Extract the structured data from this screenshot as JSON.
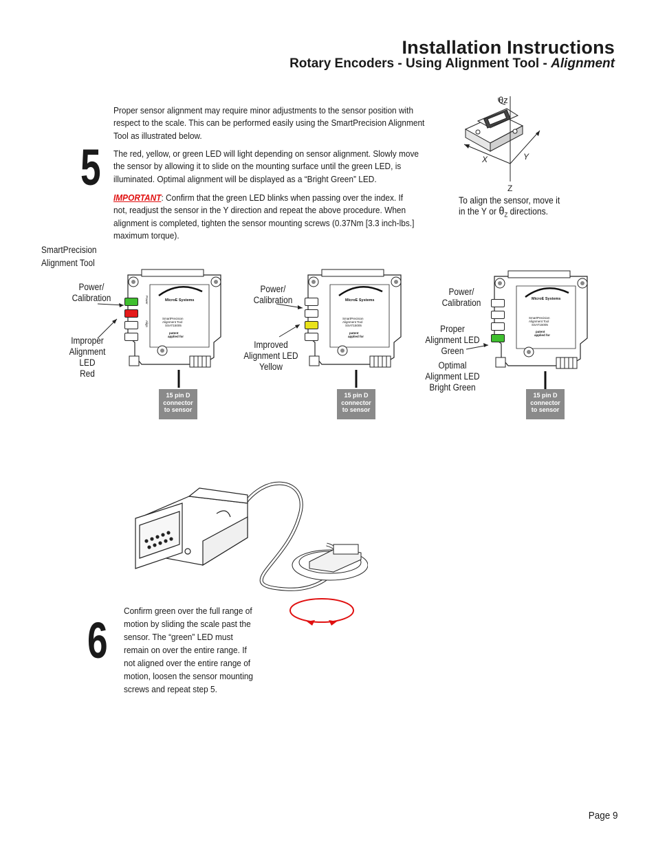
{
  "header": {
    "title": "Installation Instructions",
    "subtitle_main": "Rotary Encoders - Using Alignment Tool - ",
    "subtitle_italic": "Alignment"
  },
  "step5": {
    "number": "5",
    "para1": "Proper sensor alignment may require minor adjustments to the sensor position with respect to the scale. This can be performed easily using the SmartPrecision Alignment Tool as illustrated below.",
    "para2": "The red, yellow, or green LED will light depending on sensor alignment. Slowly move the sensor by allowing it to slide on the mounting surface until the green LED, is illuminated. Optimal alignment will be displayed as a “Bright Green” LED.",
    "important_label": "IMPORTANT",
    "important_text": ": Confirm that the green LED blinks when passing over the index. If not, readjust the sensor in the Y direction and repeat the above procedure. When alignment is completed, tighten the sensor mounting screws (0.37Nm [3.3 inch-lbs.] maximum torque)."
  },
  "axis_figure": {
    "theta_label": "θz",
    "x_label": "X",
    "y_label": "Y",
    "z_label": "Z",
    "caption_line1": "To align the sensor, move it",
    "caption_line2_pre": "in the Y or ",
    "caption_theta": "θ",
    "caption_sub": "Z",
    "caption_line2_post": " directions."
  },
  "tool_label": {
    "line1": "SmartPrecision",
    "line2": "Alignment Tool"
  },
  "tools": [
    {
      "power_label": "Power/\nCalibration",
      "state_label": "Improper\nAlignment LED\nRed",
      "led_color": "#e51a1a",
      "connector_label": "15 pin D\nconnector\nto sensor"
    },
    {
      "power_label": "Power/\nCalibration",
      "state_label": "Improved\nAlignment LED\nYellow",
      "led_color": "#e9e21a",
      "connector_label": "15 pin D\nconnector\nto sensor"
    },
    {
      "power_label": "Power/\nCalibration",
      "state_label": "Proper\nAlignment LED\nGreen",
      "state_label2": "Optimal\nAlignment LED\nBright Green",
      "led_color": "#3fbf2f",
      "connector_label": "15 pin D\nconnector\nto sensor"
    }
  ],
  "device_text": {
    "brand": "MicroE Systems",
    "product": "SmartPrecision\nAlignment Tool\nSSAT15005",
    "patent": "patent\napplied for",
    "side_top": "Power\nCalibration",
    "side_bottom": "Alignment"
  },
  "step6": {
    "number": "6",
    "text": "Confirm green over the full range of motion by sliding the scale past the sensor. The “green” LED must remain on over the entire range. If not aligned over the entire range of motion, loosen the sensor mounting screws and repeat step 5."
  },
  "footer": {
    "page": "Page 9"
  }
}
